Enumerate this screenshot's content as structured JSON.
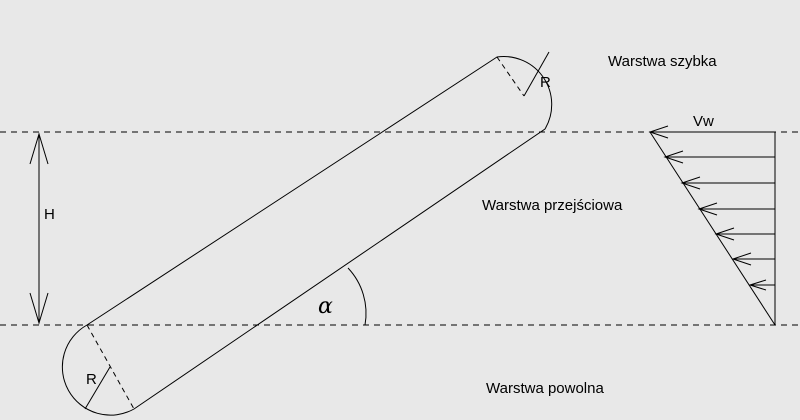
{
  "colors": {
    "background": "#e8e8e8",
    "stroke": "#000000"
  },
  "layers": {
    "fast": "Warstwa szybka",
    "transition": "Warstwa przejściowa",
    "slow": "Warstwa powolna"
  },
  "symbols": {
    "height": "H",
    "radius_top": "R",
    "radius_bottom": "R",
    "angle": "α",
    "velocity": "Vw"
  }
}
